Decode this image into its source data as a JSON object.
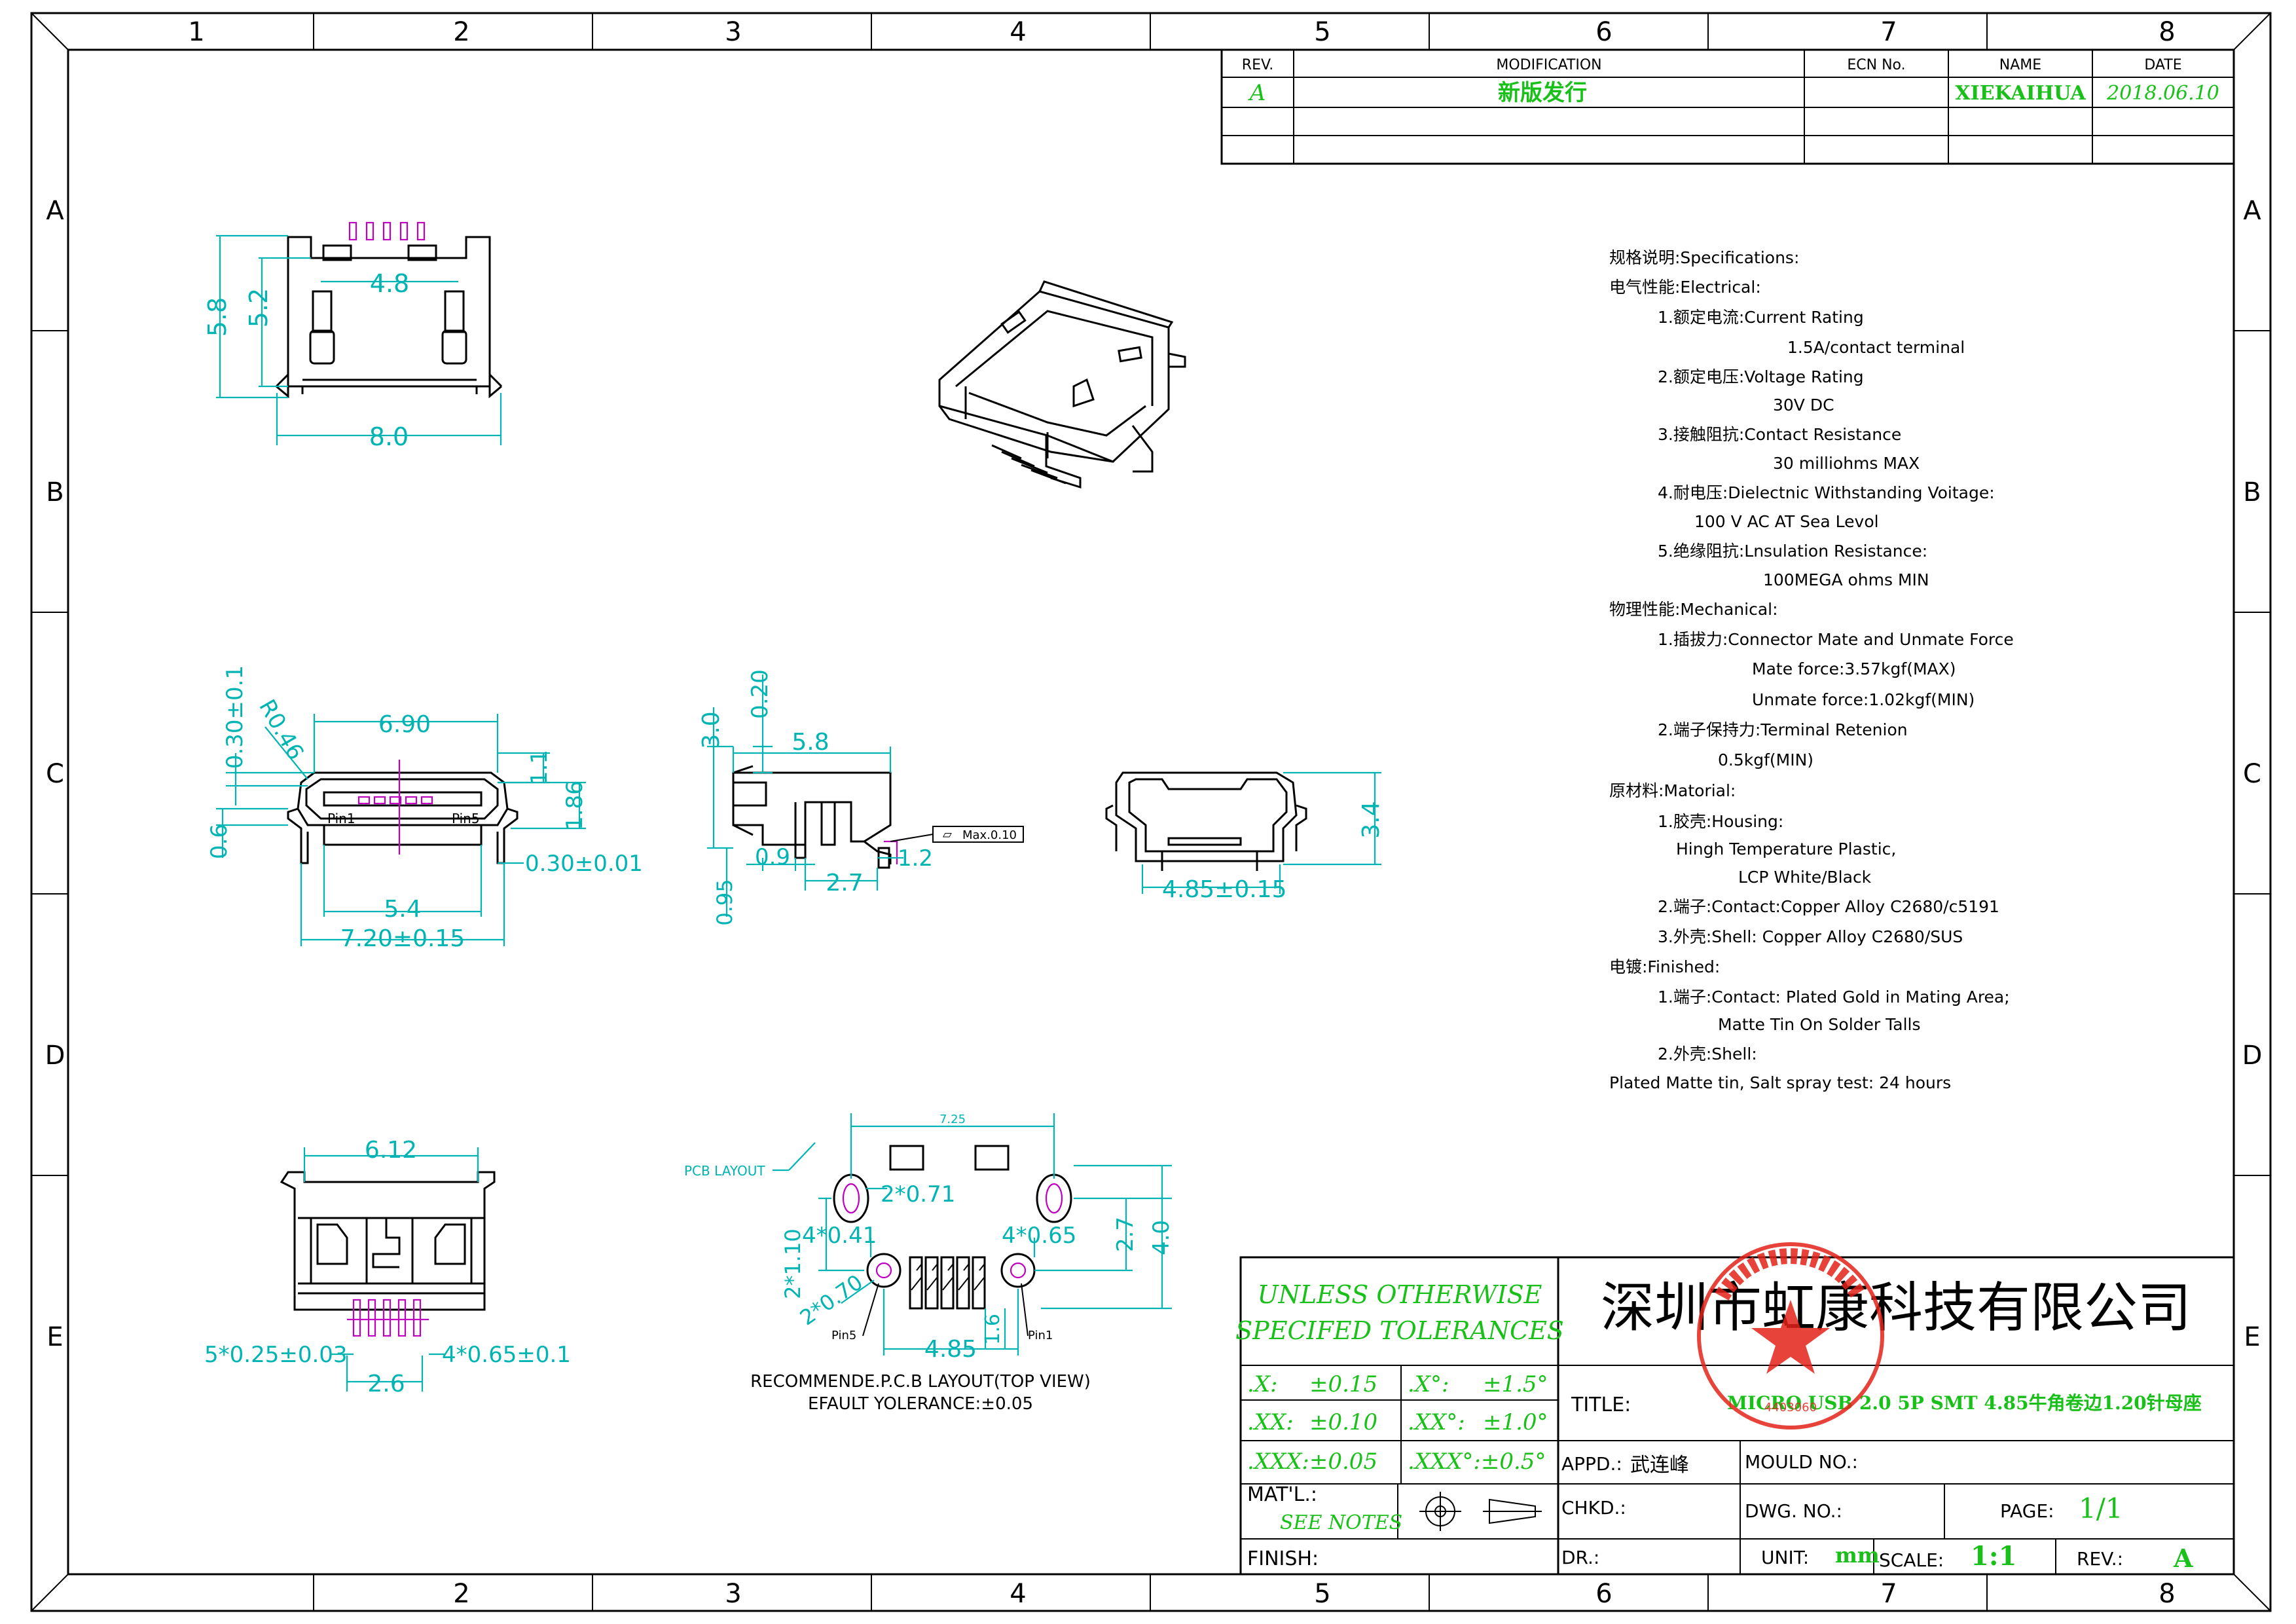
{
  "border": {
    "columns": [
      "1",
      "2",
      "3",
      "4",
      "5",
      "6",
      "7",
      "8"
    ],
    "rows": [
      "A",
      "B",
      "C",
      "D",
      "E"
    ]
  },
  "revision_table": {
    "headers": [
      "REV.",
      "MODIFICATION",
      "ECN No.",
      "NAME",
      "DATE"
    ],
    "rows": [
      [
        "A",
        "新版发行",
        "",
        "XIEKAIHUA",
        "2018.06.10"
      ]
    ]
  },
  "specifications": [
    "规格说明:Specifications:",
    "电气性能:Electrical:",
    "1.额定电流:Current  Rating",
    "1.5A/contact  terminal",
    "2.额定电压:Voltage  Rating",
    "30V  DC",
    "3.接触阻抗:Contact  Resistance",
    "30  milliohms  MAX",
    "4.耐电压:Dielectnic  Withstanding  Voitage:",
    "100  V  AC  AT  Sea  Levol",
    "5.绝缘阻抗:Lnsulation  Resistance:",
    "100MEGA  ohms  MIN",
    "物理性能:Mechanical:",
    "1.插拔力:Connector  Mate  and  Unmate  Force",
    "Mate  force:3.57kgf(MAX)",
    "Unmate  force:1.02kgf(MIN)",
    "2.端子保持力:Terminal  Retenion",
    "0.5kgf(MIN)",
    "原材料:Matorial:",
    "1.胶壳:Housing:",
    "Hingh  Temperature    Plastic,",
    "LCP    White/Black",
    "2.端子:Contact:Copper  Alloy  C2680/c5191",
    "3.外壳:Shell:  Copper  Alloy  C2680/SUS",
    "电镀:Finished:",
    "1.端子:Contact:  Plated  Gold  in  Mating  Area;",
    "Matte  Tin  On  Solder  Talls",
    "2.外壳:Shell:",
    "Plated  Matte  tin,  Salt  spray  test:    24  hours"
  ],
  "dimensions": {
    "top_view": [
      "5.8",
      "5.2",
      "4.8",
      "8.0"
    ],
    "front_view": [
      "0.30±0.1",
      "R0.46",
      "6.90",
      "1.1",
      "1.86",
      "0.6",
      "0.30±0.01",
      "5.4",
      "7.20±0.15",
      "Pin1",
      "Pin5"
    ],
    "side_view": [
      "3.0",
      "0.20",
      "5.8",
      "0.9",
      "2.7",
      "1.2",
      "0.95",
      "Max.0.10"
    ],
    "back_view": [
      "3.4",
      "4.85±0.15"
    ],
    "bottom_view": [
      "6.12",
      "5*0.25±0.03",
      "4*0.65±0.1",
      "2.6"
    ],
    "pcb_layout": [
      "7.25",
      "PCB LAYOUT",
      "2*0.71",
      "4*0.41",
      "4*0.65",
      "2*1.10",
      "2*0.70",
      "2.7",
      "4.0",
      "4.85",
      "1.6",
      "Pin5",
      "Pin1"
    ]
  },
  "pcb_caption": [
    "RECOMMENDE.P.C.B  LAYOUT(TOP  VIEW)",
    "EFAULT  YOLERANCE:±0.05"
  ],
  "title_block": {
    "tolerance_heading": [
      "UNLESS  OTHERWISE",
      "SPECIFED  TOLERANCES"
    ],
    "tolerances": [
      [
        ".X:",
        "±0.15",
        ".X°:",
        "±1.5°"
      ],
      [
        ".XX:",
        "±0.10",
        ".XX°:",
        "±1.0°"
      ],
      [
        ".XXX:±0.05",
        "",
        ".XXX°:±0.5°",
        ""
      ]
    ],
    "company": "深圳市虹康科技有限公司",
    "title_label": "TITLE:",
    "title_value": "MICRO  USB  2.0  5P  SMT  4.85牛角卷边1.20针母座",
    "appd_label": "APPD.:",
    "appd_value": "武连峰",
    "mould_label": "MOULD  NO.:",
    "mat_label": "MAT'L.:",
    "mat_value": "SEE  NOTES",
    "chkd_label": "CHKD.:",
    "dwg_label": "DWG.  NO.:",
    "page_label": "PAGE:",
    "page_value": "1/1",
    "finish_label": "FINISH:",
    "dr_label": "DR.:",
    "unit_label": "UNIT:",
    "unit_value": "mm",
    "scale_label": "SCALE:",
    "scale_value": "1:1",
    "rev_label": "REV.:",
    "rev_value": "A"
  },
  "stamp": {
    "text": "深圳市虹康科技有限公司",
    "number": "4403060"
  },
  "colors": {
    "dimension": "#00b4b4",
    "pins": "#c000c0",
    "handwriting": "#19c019",
    "stamp": "#e3231a",
    "lines": "#000000"
  }
}
